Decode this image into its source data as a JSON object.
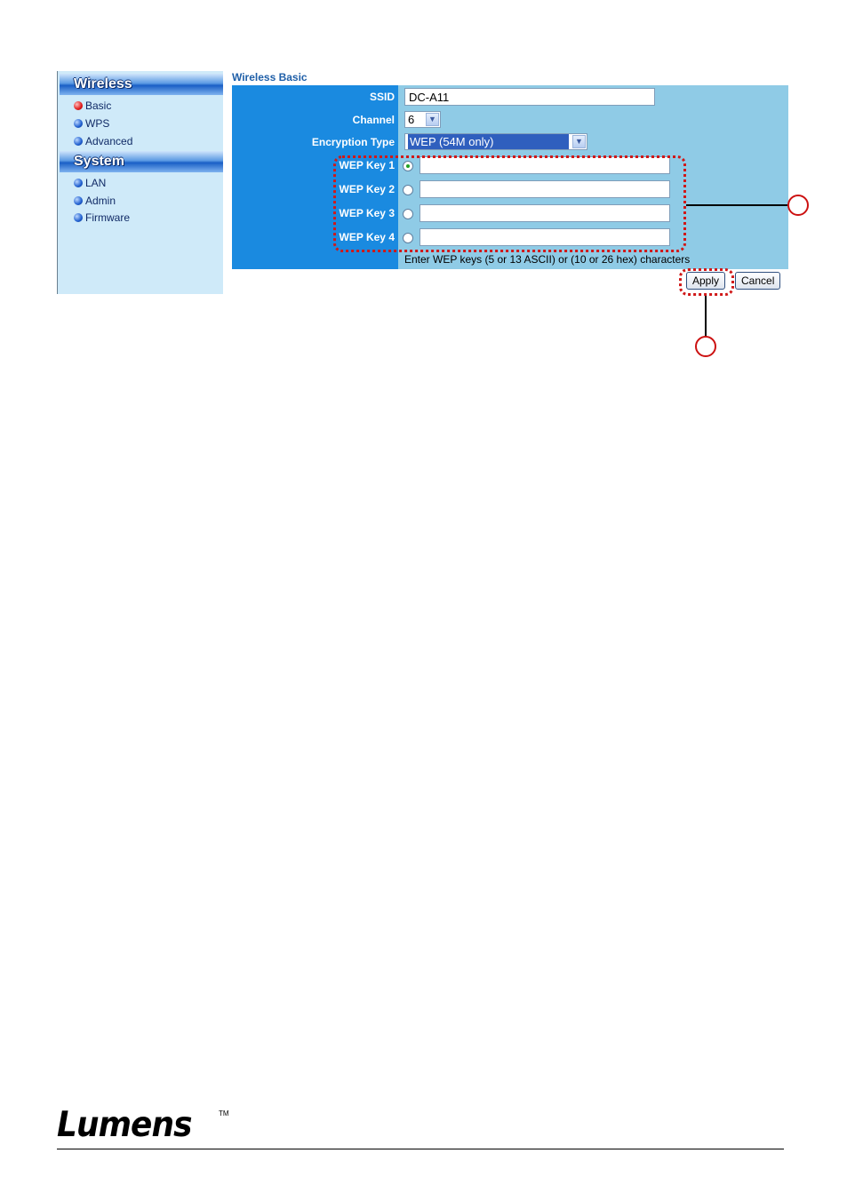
{
  "sidebar": {
    "wireless_header": "Wireless",
    "system_header": "System",
    "wireless_items": [
      {
        "label": "Basic",
        "icon": "red-bullet-icon"
      },
      {
        "label": "WPS",
        "icon": "blue-bullet-icon"
      },
      {
        "label": "Advanced",
        "icon": "blue-bullet-icon"
      }
    ],
    "system_items": [
      {
        "label": "LAN",
        "icon": "blue-bullet-icon"
      },
      {
        "label": "Admin",
        "icon": "blue-bullet-icon"
      },
      {
        "label": "Firmware",
        "icon": "blue-bullet-icon"
      }
    ]
  },
  "panel": {
    "title": "Wireless Basic",
    "ssid_label": "SSID",
    "ssid_value": "DC-A11",
    "channel_label": "Channel",
    "channel_value": "6",
    "encryption_label": "Encryption Type",
    "encryption_value": "WEP (54M only)",
    "wep_keys": [
      {
        "label": "WEP Key 1",
        "selected": true,
        "value": ""
      },
      {
        "label": "WEP Key 2",
        "selected": false,
        "value": ""
      },
      {
        "label": "WEP Key 3",
        "selected": false,
        "value": ""
      },
      {
        "label": "WEP Key 4",
        "selected": false,
        "value": ""
      }
    ],
    "hint": "Enter WEP keys (5 or 13 ASCII) or (10 or 26 hex) characters"
  },
  "buttons": {
    "apply": "Apply",
    "cancel": "Cancel"
  },
  "footer": {
    "logo": "Lumens",
    "trademark": "TM"
  },
  "colors": {
    "label_column": "#1a8ae0",
    "panel_bg": "#8fcbe6",
    "annotation": "#d01818"
  }
}
